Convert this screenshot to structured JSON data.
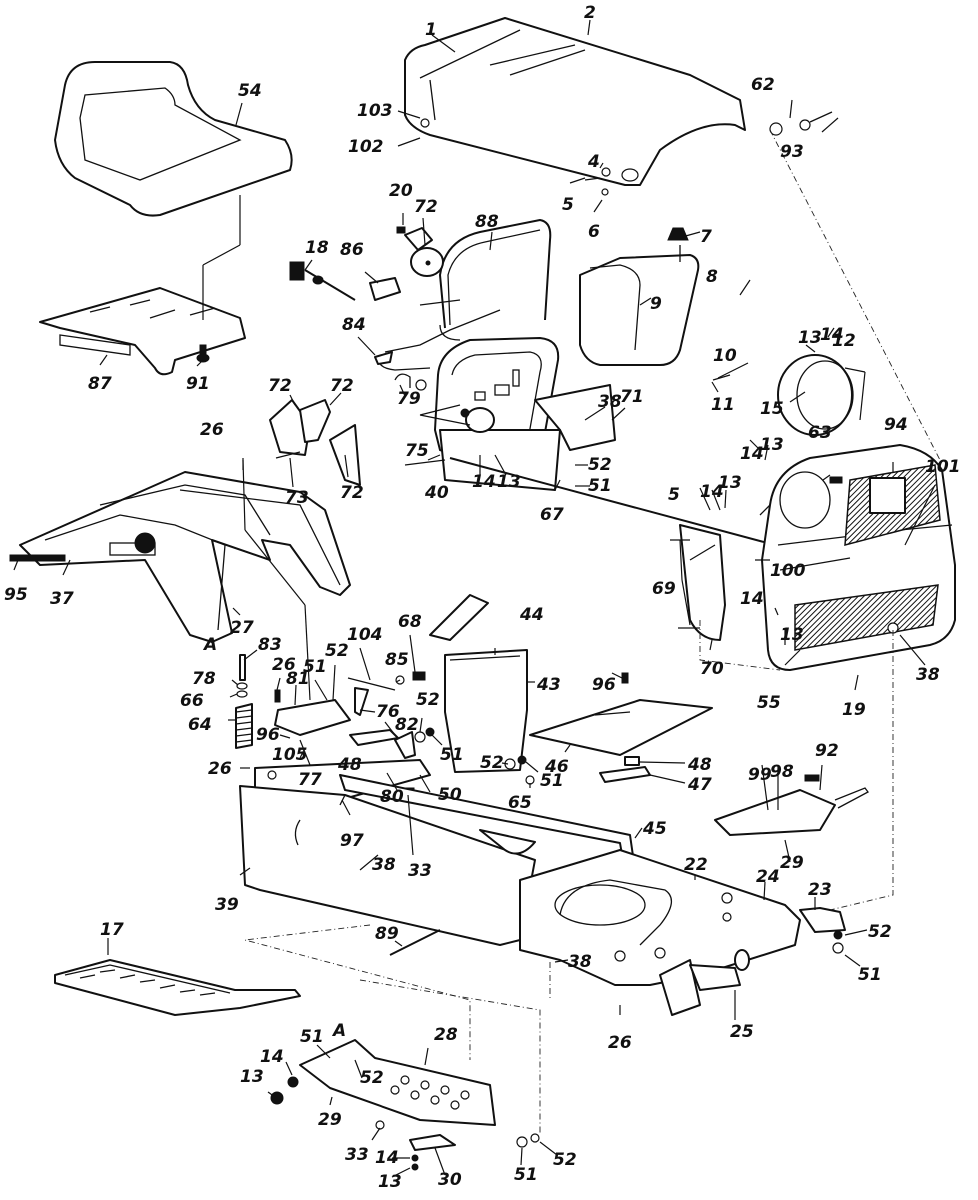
{
  "diagram": {
    "type": "exploded-parts-diagram",
    "subject": "Lawn tractor body, hood, seat, dash and frame assembly",
    "ink_color": "#111111",
    "background_color": "#ffffff",
    "callouts": [
      {
        "id": "c1",
        "label": "1"
      },
      {
        "id": "c2",
        "label": "2"
      },
      {
        "id": "c103",
        "label": "103"
      },
      {
        "id": "c102",
        "label": "102"
      },
      {
        "id": "c62",
        "label": "62"
      },
      {
        "id": "c93",
        "label": "93"
      },
      {
        "id": "c4",
        "label": "4"
      },
      {
        "id": "c5a",
        "label": "5"
      },
      {
        "id": "c6",
        "label": "6"
      },
      {
        "id": "c54",
        "label": "54"
      },
      {
        "id": "c87",
        "label": "87"
      },
      {
        "id": "c91",
        "label": "91"
      },
      {
        "id": "c20",
        "label": "20"
      },
      {
        "id": "c72a",
        "label": "72"
      },
      {
        "id": "c18",
        "label": "18"
      },
      {
        "id": "c86",
        "label": "86"
      },
      {
        "id": "c84",
        "label": "84"
      },
      {
        "id": "c88",
        "label": "88"
      },
      {
        "id": "c7",
        "label": "7"
      },
      {
        "id": "c8",
        "label": "8"
      },
      {
        "id": "c9",
        "label": "9"
      },
      {
        "id": "c10",
        "label": "10"
      },
      {
        "id": "c11",
        "label": "11"
      },
      {
        "id": "c13a",
        "label": "13"
      },
      {
        "id": "c14a",
        "label": "14"
      },
      {
        "id": "c12",
        "label": "12"
      },
      {
        "id": "c15",
        "label": "15"
      },
      {
        "id": "c72b",
        "label": "72"
      },
      {
        "id": "c72c",
        "label": "72"
      },
      {
        "id": "c73",
        "label": "73"
      },
      {
        "id": "c72d",
        "label": "72"
      },
      {
        "id": "c79",
        "label": "79"
      },
      {
        "id": "c75",
        "label": "75"
      },
      {
        "id": "c40",
        "label": "40"
      },
      {
        "id": "c14b",
        "label": "14"
      },
      {
        "id": "c13b",
        "label": "13"
      },
      {
        "id": "c38a",
        "label": "38"
      },
      {
        "id": "c71",
        "label": "71"
      },
      {
        "id": "c52a",
        "label": "52"
      },
      {
        "id": "c51a",
        "label": "51"
      },
      {
        "id": "c67",
        "label": "67"
      },
      {
        "id": "c63",
        "label": "63"
      },
      {
        "id": "c94",
        "label": "94"
      },
      {
        "id": "c101",
        "label": "101"
      },
      {
        "id": "c14c",
        "label": "14"
      },
      {
        "id": "c13c",
        "label": "13"
      },
      {
        "id": "c5b",
        "label": "5"
      },
      {
        "id": "c14d",
        "label": "14"
      },
      {
        "id": "c13d",
        "label": "13"
      },
      {
        "id": "c100",
        "label": "100"
      },
      {
        "id": "c69",
        "label": "69"
      },
      {
        "id": "c70",
        "label": "70"
      },
      {
        "id": "c14e",
        "label": "14"
      },
      {
        "id": "c13e",
        "label": "13"
      },
      {
        "id": "c55",
        "label": "55"
      },
      {
        "id": "c19",
        "label": "19"
      },
      {
        "id": "c38b",
        "label": "38"
      },
      {
        "id": "c26a",
        "label": "26"
      },
      {
        "id": "c95",
        "label": "95"
      },
      {
        "id": "c37",
        "label": "37"
      },
      {
        "id": "cA1",
        "label": "A"
      },
      {
        "id": "c27",
        "label": "27"
      },
      {
        "id": "c83",
        "label": "83"
      },
      {
        "id": "c78",
        "label": "78"
      },
      {
        "id": "c66",
        "label": "66"
      },
      {
        "id": "c64",
        "label": "64"
      },
      {
        "id": "c26b",
        "label": "26"
      },
      {
        "id": "c81",
        "label": "81"
      },
      {
        "id": "c51b",
        "label": "51"
      },
      {
        "id": "c52b",
        "label": "52"
      },
      {
        "id": "c104",
        "label": "104"
      },
      {
        "id": "c85",
        "label": "85"
      },
      {
        "id": "c68",
        "label": "68"
      },
      {
        "id": "c76",
        "label": "76"
      },
      {
        "id": "c96a",
        "label": "96"
      },
      {
        "id": "c105",
        "label": "105"
      },
      {
        "id": "c48a",
        "label": "48"
      },
      {
        "id": "c77",
        "label": "77"
      },
      {
        "id": "c26c",
        "label": "26"
      },
      {
        "id": "c82",
        "label": "82"
      },
      {
        "id": "c52c",
        "label": "52"
      },
      {
        "id": "c51c",
        "label": "51"
      },
      {
        "id": "c80",
        "label": "80"
      },
      {
        "id": "c50",
        "label": "50"
      },
      {
        "id": "c44",
        "label": "44"
      },
      {
        "id": "c43",
        "label": "43"
      },
      {
        "id": "c52d",
        "label": "52"
      },
      {
        "id": "c51d",
        "label": "51"
      },
      {
        "id": "c65",
        "label": "65"
      },
      {
        "id": "c96b",
        "label": "96"
      },
      {
        "id": "c46",
        "label": "46"
      },
      {
        "id": "c48b",
        "label": "48"
      },
      {
        "id": "c47",
        "label": "47"
      },
      {
        "id": "c97",
        "label": "97"
      },
      {
        "id": "c33a",
        "label": "33"
      },
      {
        "id": "c45",
        "label": "45"
      },
      {
        "id": "c39",
        "label": "39"
      },
      {
        "id": "c38c",
        "label": "38"
      },
      {
        "id": "c99",
        "label": "99"
      },
      {
        "id": "c98",
        "label": "98"
      },
      {
        "id": "c92",
        "label": "92"
      },
      {
        "id": "c29a",
        "label": "29"
      },
      {
        "id": "c22",
        "label": "22"
      },
      {
        "id": "c24",
        "label": "24"
      },
      {
        "id": "c23",
        "label": "23"
      },
      {
        "id": "c52e",
        "label": "52"
      },
      {
        "id": "c51e",
        "label": "51"
      },
      {
        "id": "c17",
        "label": "17"
      },
      {
        "id": "c89",
        "label": "89"
      },
      {
        "id": "c38d",
        "label": "38"
      },
      {
        "id": "c26d",
        "label": "26"
      },
      {
        "id": "c25",
        "label": "25"
      },
      {
        "id": "c51f",
        "label": "51"
      },
      {
        "id": "cA2",
        "label": "A"
      },
      {
        "id": "c28",
        "label": "28"
      },
      {
        "id": "c52f",
        "label": "52"
      },
      {
        "id": "c14f",
        "label": "14"
      },
      {
        "id": "c13f",
        "label": "13"
      },
      {
        "id": "c29b",
        "label": "29"
      },
      {
        "id": "c33b",
        "label": "33"
      },
      {
        "id": "c14g",
        "label": "14"
      },
      {
        "id": "c13g",
        "label": "13"
      },
      {
        "id": "c30",
        "label": "30"
      },
      {
        "id": "c51g",
        "label": "51"
      },
      {
        "id": "c52g",
        "label": "52"
      }
    ]
  }
}
